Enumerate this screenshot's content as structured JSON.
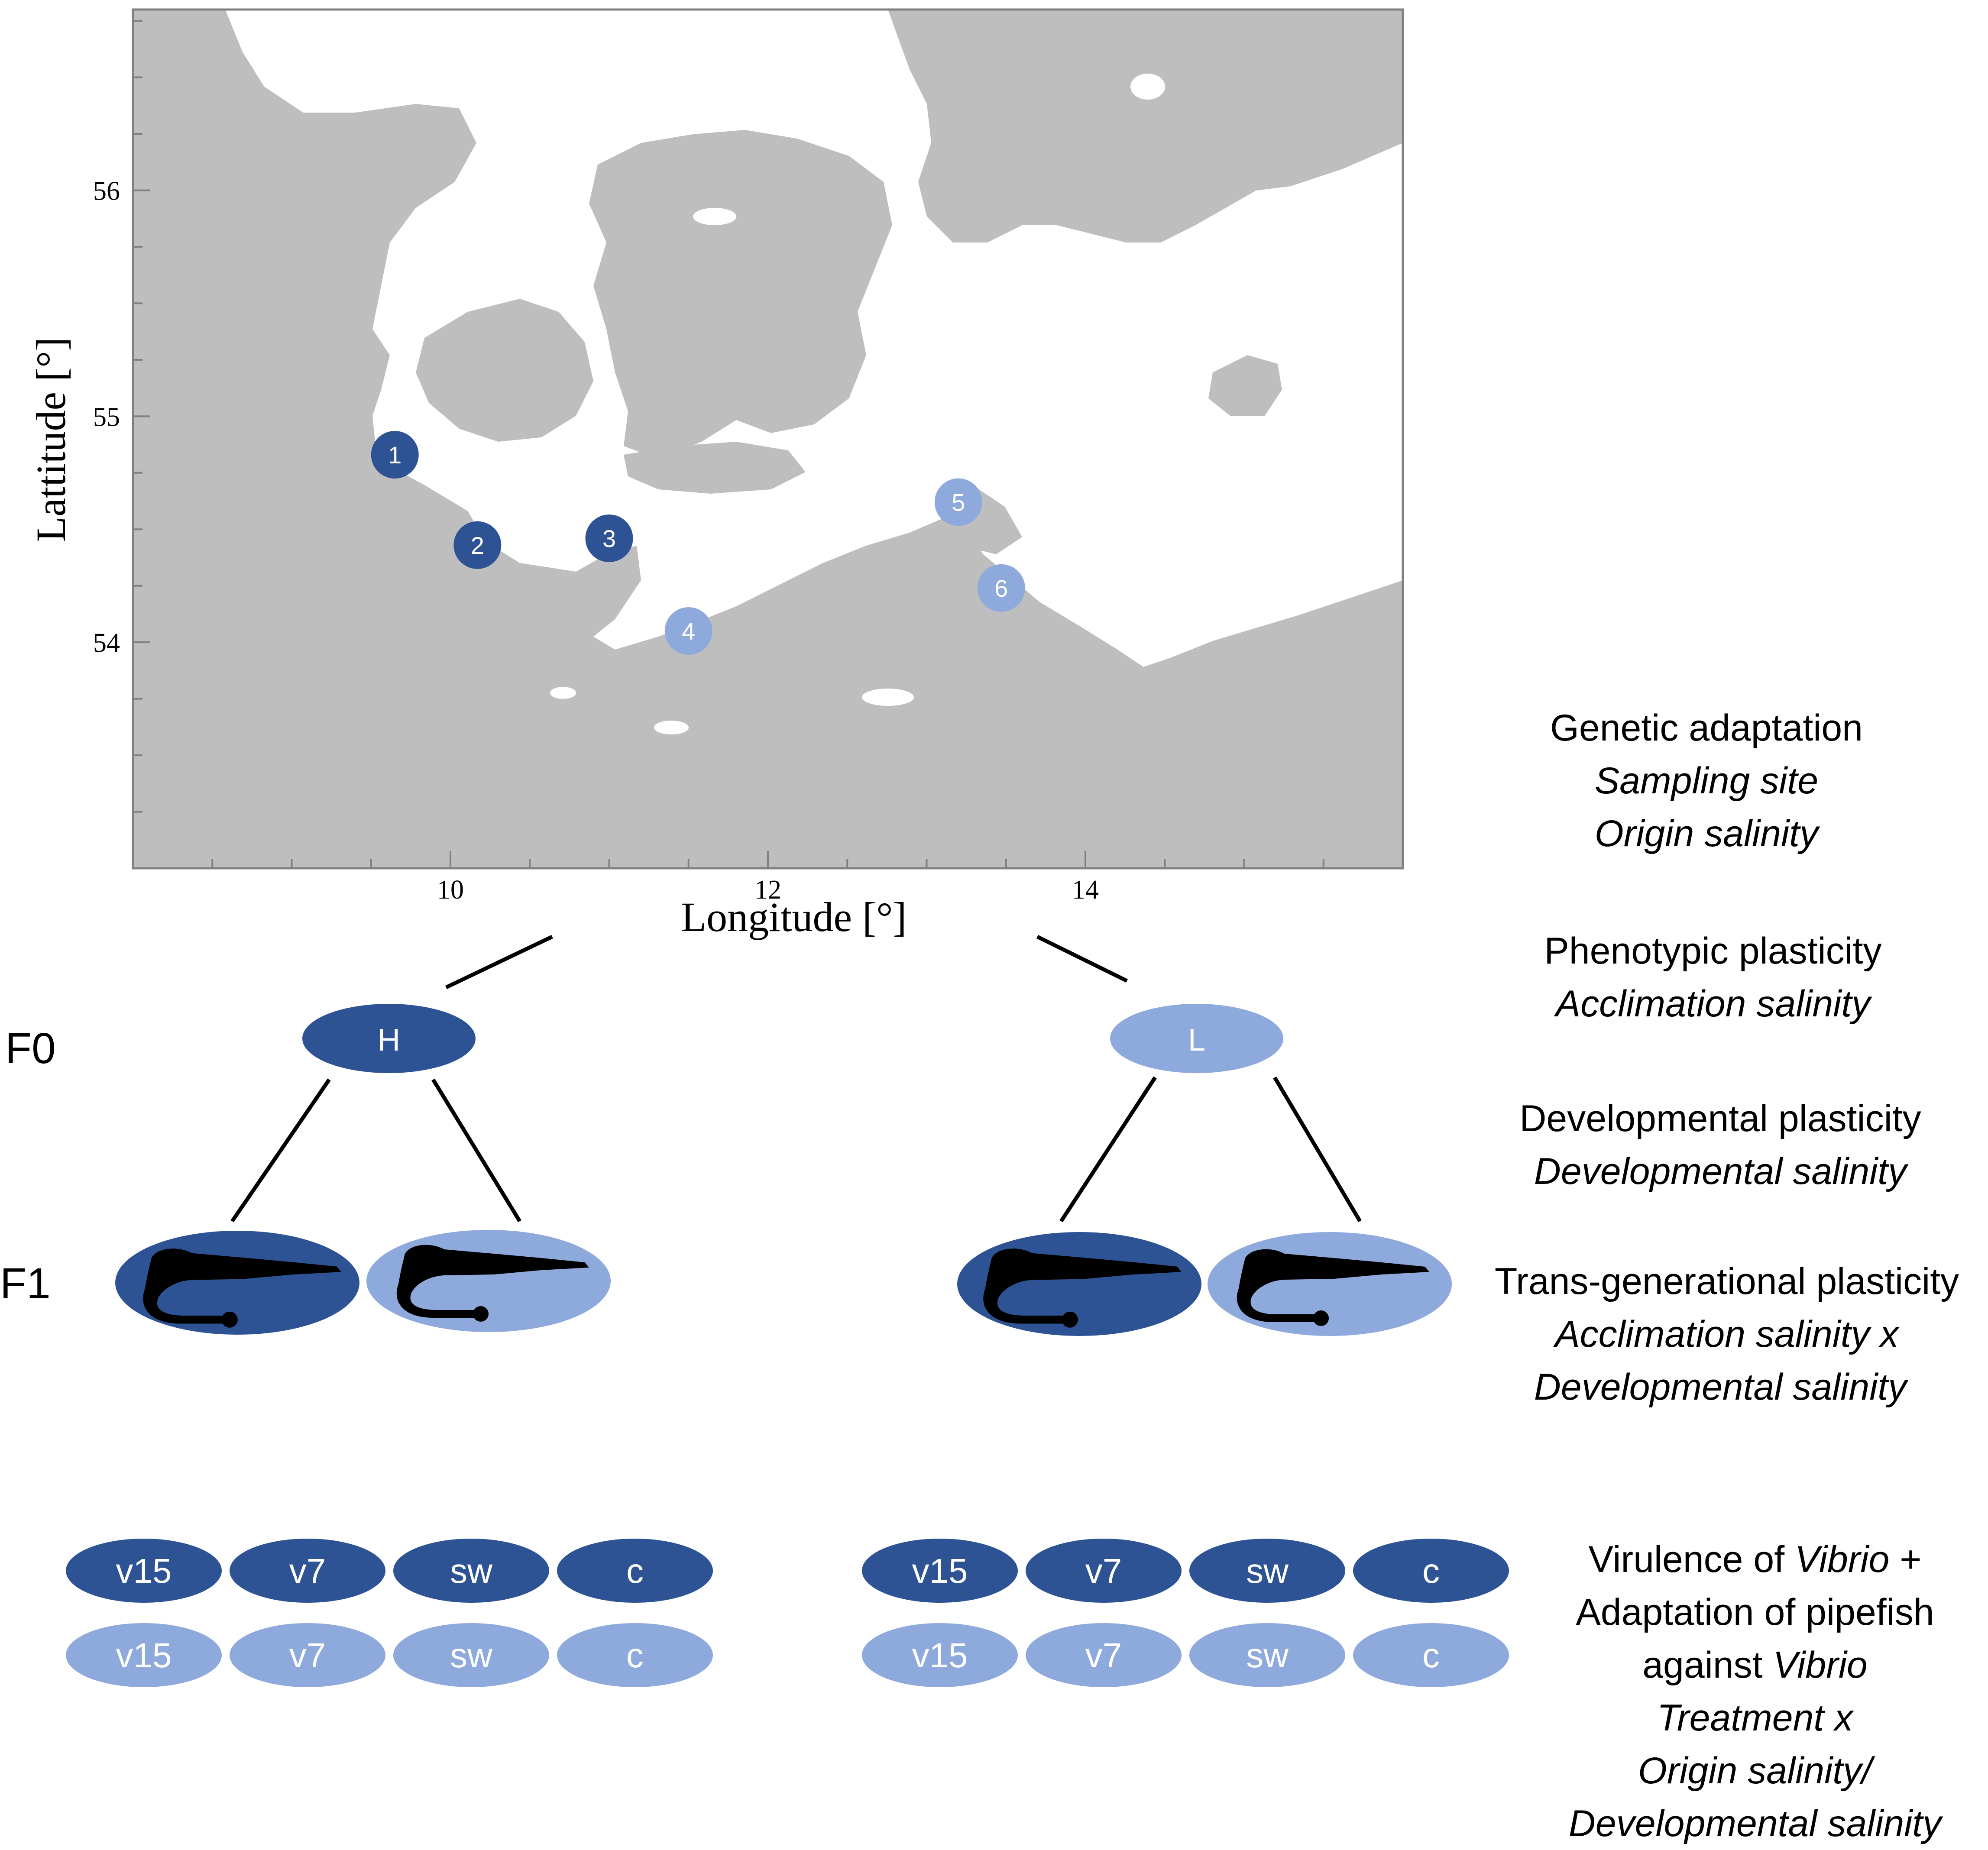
{
  "colors": {
    "dark": "#2E5395",
    "light": "#8EA9DB",
    "land": "#BEBEBE",
    "sea": "#FFFFFF",
    "frame": "#808080",
    "line": "#000000"
  },
  "map": {
    "xlabel": "Longitude [°]",
    "ylabel": "Lattitude [°]",
    "x_ticks": [
      "10",
      "12",
      "14"
    ],
    "y_ticks": [
      "56",
      "55",
      "54"
    ],
    "xlim": [
      8,
      16
    ],
    "ylim": [
      53,
      56.8
    ],
    "sites": [
      {
        "label": "1",
        "lon": 9.65,
        "lat": 54.83,
        "group": "dark"
      },
      {
        "label": "2",
        "lon": 10.17,
        "lat": 54.43,
        "group": "dark"
      },
      {
        "label": "3",
        "lon": 11.0,
        "lat": 54.46,
        "group": "dark"
      },
      {
        "label": "4",
        "lon": 11.5,
        "lat": 54.05,
        "group": "light"
      },
      {
        "label": "5",
        "lon": 13.2,
        "lat": 54.62,
        "group": "light"
      },
      {
        "label": "6",
        "lon": 13.47,
        "lat": 54.24,
        "group": "light"
      }
    ]
  },
  "generations": {
    "f0": "F0",
    "f1": "F1"
  },
  "f0_nodes": {
    "high": "H",
    "low": "L"
  },
  "treatments": [
    "v15",
    "v7",
    "sw",
    "c"
  ],
  "descriptions": {
    "genetic": {
      "title": "Genetic adaptation",
      "line1": "Sampling site",
      "line2": "Origin salinity"
    },
    "phenotypic": {
      "title": "Phenotypic plasticity",
      "line1": "Acclimation salinity"
    },
    "developmental": {
      "title": "Developmental plasticity",
      "line1": "Developmental salinity"
    },
    "transgenerational": {
      "title": "Trans-generational plasticity",
      "line1": "Acclimation salinity x",
      "line2": "Developmental salinity"
    },
    "virulence": {
      "line1_pre": "Virulence of ",
      "line1_ital": "Vibrio",
      "line1_post": " +",
      "line2": "Adaptation of pipefish",
      "line3_pre": "against ",
      "line3_ital": "Vibrio",
      "line4": "Treatment x",
      "line5": "Origin salinity/",
      "line6": "Developmental salinity"
    }
  }
}
